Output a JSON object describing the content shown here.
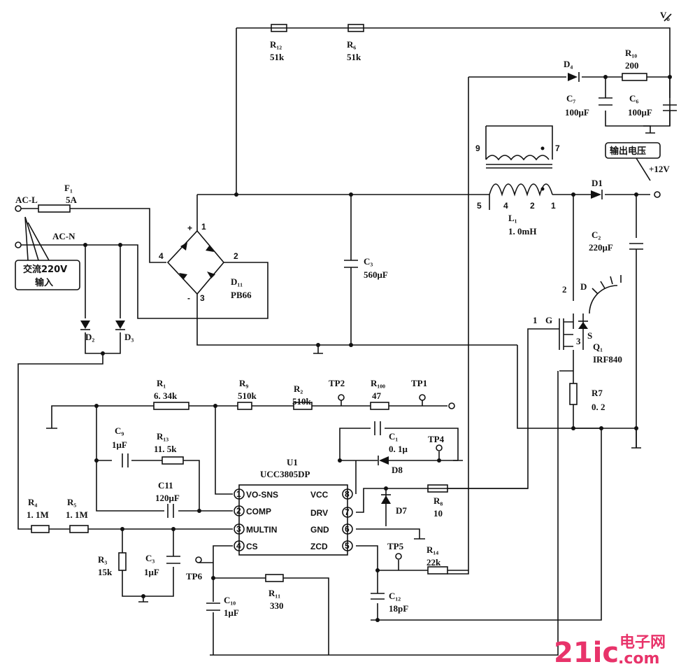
{
  "inputs": {
    "ac_l": "AC-L",
    "ac_n": "AC-N",
    "mains_box": [
      "交流220V",
      "输入"
    ]
  },
  "fuse": {
    "ref": "F₁",
    "value": "5A"
  },
  "bridge": {
    "ref": "D₁₁",
    "part": "PB66",
    "pins": [
      "1",
      "2",
      "3",
      "4"
    ],
    "plus": "+",
    "minus": "-"
  },
  "caps": {
    "c3": {
      "ref": "C₃",
      "value": "560μF"
    },
    "c7": {
      "ref": "C₇",
      "value": "100μF"
    },
    "c6": {
      "ref": "C₆",
      "value": "100μF"
    },
    "c2": {
      "ref": "C₂",
      "value": "220μF"
    },
    "c9": {
      "ref": "C₉",
      "value": "1μF"
    },
    "c11": {
      "ref": "C11",
      "value": "120μF"
    },
    "c1": {
      "ref": "C₁",
      "value": "0. 1μ"
    },
    "c3b": {
      "ref": "C₃",
      "value": "1μF"
    },
    "c10": {
      "ref": "C₁₀",
      "value": "1μF"
    },
    "c12": {
      "ref": "C₁₂",
      "value": "18pF"
    }
  },
  "resistors": {
    "r12": {
      "ref": "R₁₂",
      "value": "51k"
    },
    "r6": {
      "ref": "R₆",
      "value": "51k"
    },
    "r10": {
      "ref": "R₁₀",
      "value": "200"
    },
    "r1": {
      "ref": "R₁",
      "value": "6. 34k"
    },
    "r9": {
      "ref": "R₉",
      "value": "510k"
    },
    "r2": {
      "ref": "R₂",
      "value": "510k"
    },
    "r100": {
      "ref": "R₁₀₀",
      "value": "47"
    },
    "r13": {
      "ref": "R₁₃",
      "value": "11. 5k"
    },
    "r4": {
      "ref": "R₄",
      "value": "1. 1M"
    },
    "r5": {
      "ref": "R₅",
      "value": "1. 1M"
    },
    "r3": {
      "ref": "R₃",
      "value": "15k"
    },
    "r11": {
      "ref": "R₁₁",
      "value": "330"
    },
    "r8": {
      "ref": "R₈",
      "value": "10"
    },
    "r14": {
      "ref": "R₁₄",
      "value": "22k"
    },
    "r7": {
      "ref": "R7",
      "value": "0. 2"
    }
  },
  "diodes": {
    "d1": "D1",
    "d2": "D₂",
    "d3": "D₃",
    "d4": "D₄",
    "d7": "D7",
    "d8": "D8"
  },
  "transformer": {
    "ref": "L₁",
    "value": "1. 0mH",
    "pins": [
      "9",
      "7",
      "5",
      "4",
      "2",
      "1"
    ]
  },
  "mosfet": {
    "ref": "Q₁",
    "part": "IRF840",
    "g": "G",
    "d": "D",
    "s": "S",
    "pin1": "1",
    "pin2": "2",
    "pin3": "3"
  },
  "output": {
    "vo": "V",
    "vo_sub": "o",
    "callout": "输出电压",
    "v12": "+12V"
  },
  "testpoints": [
    "TP1",
    "TP2",
    "TP4",
    "TP5",
    "TP6"
  ],
  "ic": {
    "ref": "U1",
    "part": "UCC3805DP",
    "left_pins": [
      {
        "num": "1",
        "name": "VO-SNS"
      },
      {
        "num": "2",
        "name": "COMP"
      },
      {
        "num": "3",
        "name": "MULTIN"
      },
      {
        "num": "4",
        "name": "CS"
      }
    ],
    "right_pins": [
      {
        "num": "8",
        "name": "VCC"
      },
      {
        "num": "7",
        "name": "DRV"
      },
      {
        "num": "6",
        "name": "GND"
      },
      {
        "num": "5",
        "name": "ZCD"
      }
    ]
  },
  "watermark": {
    "brand": "21ic",
    "site": "电子网",
    "domain": ".com"
  }
}
